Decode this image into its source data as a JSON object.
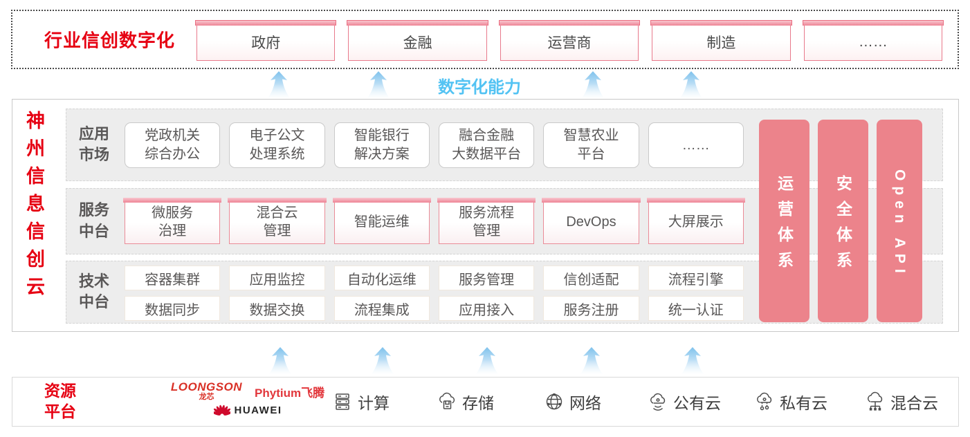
{
  "colors": {
    "brand_red": "#e60012",
    "side_bar_pink": "#ec838b",
    "capability_blue": "#53c3f3",
    "box_border_pink": "#e8798b",
    "row_background": "#ededed",
    "text_dark": "#595757"
  },
  "top_banner": {
    "title": "行业信创数字化",
    "sectors": [
      "政府",
      "金融",
      "运营商",
      "制造",
      "……"
    ]
  },
  "capability_label": "数字化能力",
  "platform": {
    "title": "神州信息信创云",
    "rows": [
      {
        "label": "应用\n市场",
        "items": [
          "党政机关\n综合办公",
          "电子公文\n处理系统",
          "智能银行\n解决方案",
          "融合金融\n大数据平台",
          "智慧农业\n平台",
          "……"
        ]
      },
      {
        "label": "服务\n中台",
        "items": [
          "微服务\n治理",
          "混合云\n管理",
          "智能运维",
          "服务流程\n管理",
          "DevOps",
          "大屏展示"
        ]
      },
      {
        "label": "技术\n中台",
        "items_top": [
          "容器集群",
          "应用监控",
          "自动化运维",
          "服务管理",
          "信创适配",
          "流程引擎"
        ],
        "items_bottom": [
          "数据同步",
          "数据交换",
          "流程集成",
          "应用接入",
          "服务注册",
          "统一认证"
        ]
      }
    ],
    "side_bars": [
      "运营体系",
      "安全体系",
      "Open API"
    ]
  },
  "resources": {
    "title": "资源\n平台",
    "vendors": {
      "loongson": "LOONGSON",
      "loongson_sub": "龙芯",
      "phytium": "Phytium飞腾",
      "huawei": "HUAWEI"
    },
    "items": [
      {
        "icon": "compute-icon",
        "label": "计算"
      },
      {
        "icon": "storage-icon",
        "label": "存储"
      },
      {
        "icon": "network-icon",
        "label": "网络"
      },
      {
        "icon": "public-cloud-icon",
        "label": "公有云"
      },
      {
        "icon": "private-cloud-icon",
        "label": "私有云"
      },
      {
        "icon": "hybrid-cloud-icon",
        "label": "混合云"
      }
    ]
  }
}
